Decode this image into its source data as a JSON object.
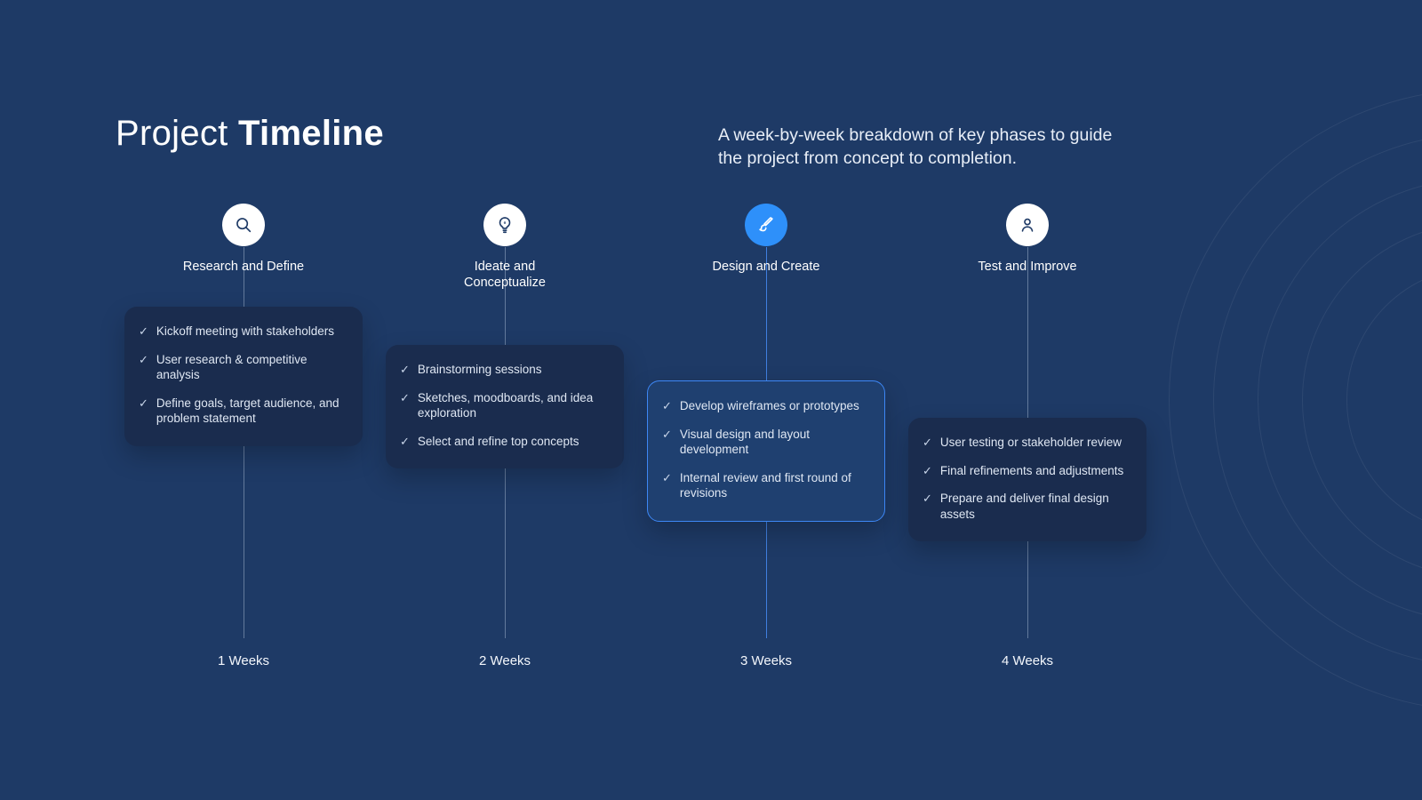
{
  "header": {
    "title_light": "Project",
    "title_bold": "Timeline",
    "subtitle": "A week-by-week breakdown of key phases to guide the project from concept to completion."
  },
  "colors": {
    "background": "#1e3a66",
    "card": "#1a2c4e",
    "highlight_card_background": "#1f4070",
    "highlight_card_border": "#3d87f5",
    "accent_circle": "#2e90fa",
    "connector": "rgba(214,226,245,0.38)"
  },
  "icons": {
    "check": "✓"
  },
  "phases": [
    {
      "icon": "search-icon",
      "title": "Research and Define",
      "week": "1 Weeks",
      "items": [
        "Kickoff meeting with stakeholders",
        "User research & competitive analysis",
        "Define goals, target audience, and problem statement"
      ]
    },
    {
      "icon": "lightbulb-icon",
      "title": "Ideate and Conceptualize",
      "week": "2 Weeks",
      "items": [
        "Brainstorming sessions",
        "Sketches, moodboards, and idea exploration",
        "Select and refine top concepts"
      ]
    },
    {
      "icon": "paintbrush-icon",
      "title": "Design and Create",
      "week": "3 Weeks",
      "items": [
        "Develop wireframes or prototypes",
        "Visual design and layout development",
        "Internal review and first round of revisions"
      ]
    },
    {
      "icon": "user-icon",
      "title": "Test and Improve",
      "week": "4 Weeks",
      "items": [
        "User testing or stakeholder review",
        "Final refinements and adjustments",
        "Prepare and deliver final design assets"
      ]
    }
  ]
}
